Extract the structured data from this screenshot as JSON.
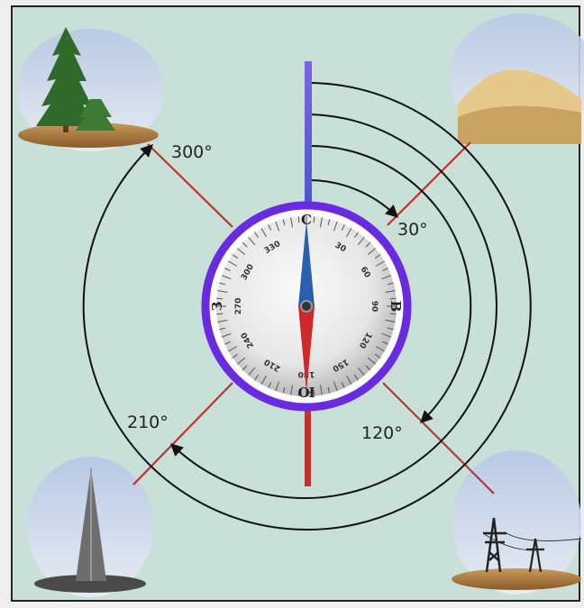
{
  "angles": {
    "a30": "30°",
    "a120": "120°",
    "a210": "210°",
    "a300": "300°"
  },
  "dial": {
    "numbers": [
      "330",
      "30",
      "60",
      "90",
      "120",
      "150",
      "180",
      "210",
      "240",
      "270",
      "300"
    ],
    "letters": {
      "north": "С",
      "east": "В",
      "south": "Ю",
      "west": "З"
    }
  },
  "colors": {
    "background": "#c8e0d8",
    "ring": "#6a2be0",
    "radial_line": "#c0322e",
    "arc": "#111111",
    "needle_north": "#2a5fb0",
    "needle_south": "#d0282a"
  },
  "landmarks": {
    "tree": "tree-icon",
    "hill": "hill-icon",
    "tower": "tower-icon",
    "power_line": "power-line-icon"
  }
}
